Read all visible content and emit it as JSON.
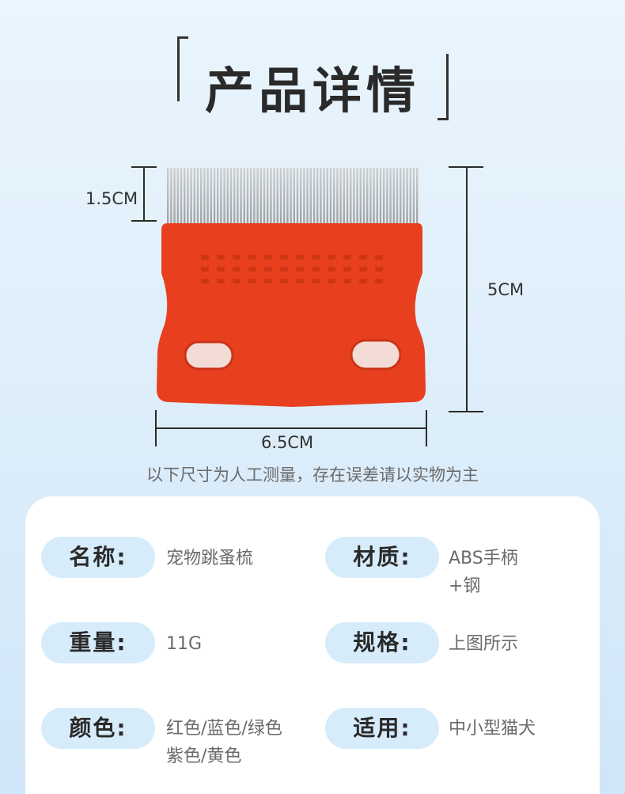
{
  "title": "产品详情",
  "dimensions": {
    "tooth_length": "1.5CM",
    "height": "5CM",
    "width": "6.5CM"
  },
  "note": "以下尺寸为人工测量，存在误差请以实物为主",
  "specs": [
    {
      "label": "名称:",
      "value": "宠物跳蚤梳"
    },
    {
      "label": "材质:",
      "value": "ABS手柄\n+钢"
    },
    {
      "label": "重量:",
      "value": "11G"
    },
    {
      "label": "规格:",
      "value": "上图所示"
    },
    {
      "label": "颜色:",
      "value": "红色/蓝色/绿色\n紫色/黄色"
    },
    {
      "label": "适用:",
      "value": "中小型猫犬"
    }
  ],
  "colors": {
    "comb_red": "#e8401f",
    "pill_blue": "#d7ecfb",
    "metal": "#b8b8b8"
  }
}
